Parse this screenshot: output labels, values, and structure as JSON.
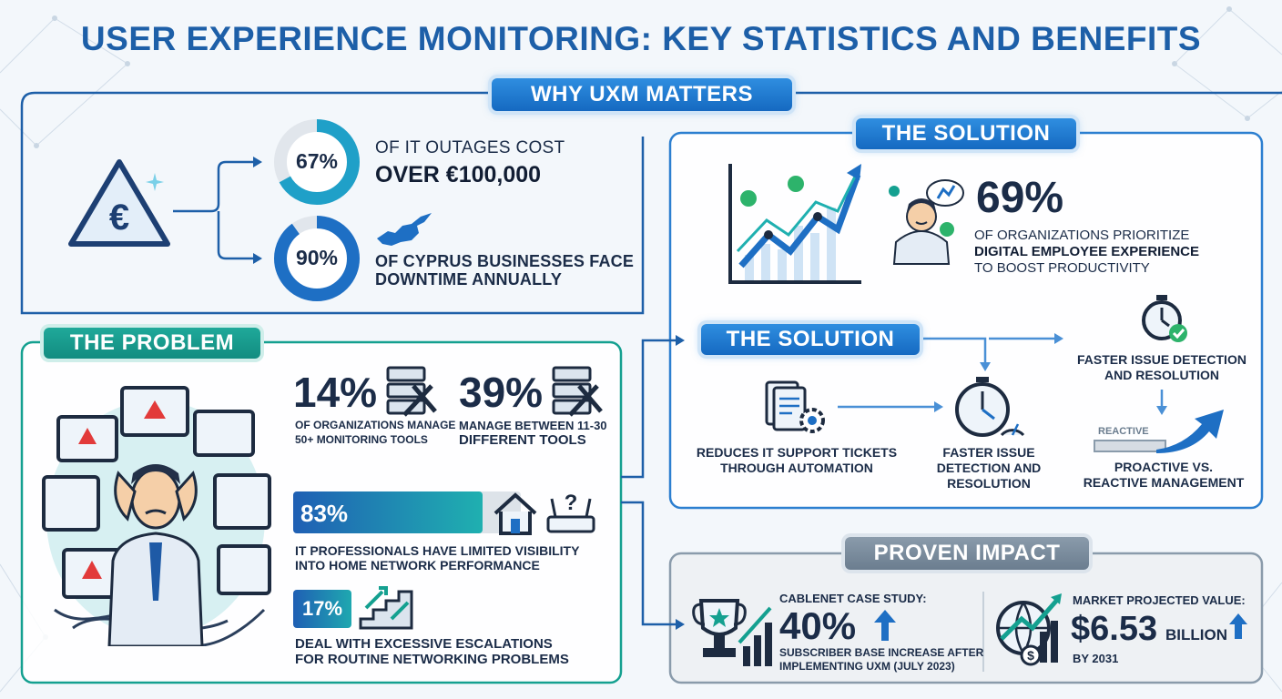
{
  "title": "USER EXPERIENCE MONITORING: KEY STATISTICS AND BENEFITS",
  "colors": {
    "accent": "#1d5fa8",
    "teal": "#14a090",
    "grey": "#7b8c9c",
    "navy": "#1b2c48"
  },
  "why": {
    "heading": "WHY UXM MATTERS",
    "icon": "euro-warning-icon",
    "stat1": {
      "value": "67%",
      "fill": 0.67,
      "line1": "OF IT OUTAGES COST",
      "line2": "OVER €100,000"
    },
    "stat2": {
      "value": "90%",
      "fill": 0.9,
      "line1": "OF CYPRUS BUSINESSES FACE",
      "line2": "DOWNTIME ANNUALLY",
      "icon": "cyprus-map-icon"
    }
  },
  "problem": {
    "heading": "THE PROBLEM",
    "illustration": "stressed-it-worker-icon",
    "s1": {
      "value": "14%",
      "line1": "OF ORGANIZATIONS MANAGE",
      "line2": "50+ MONITORING TOOLS",
      "icon": "server-tools-icon"
    },
    "s2": {
      "value": "39%",
      "line1": "MANAGE BETWEEN 11-30",
      "line2": "DIFFERENT TOOLS",
      "icon": "server-tools-icon"
    },
    "s3": {
      "value": "83%",
      "fill": 0.83,
      "line1": "IT PROFESSIONALS HAVE LIMITED VISIBILITY",
      "line2": "INTO HOME NETWORK PERFORMANCE",
      "icon1": "home-icon",
      "icon2": "router-question-icon"
    },
    "s4": {
      "value": "17%",
      "line1": "DEAL WITH EXCESSIVE ESCALATIONS",
      "line2": "FOR ROUTINE NETWORKING PROBLEMS",
      "icon": "stairs-escalation-icon"
    }
  },
  "solution": {
    "heading": "THE SOLUTION",
    "heading2": "THE SOLUTION",
    "chart_icon": "growth-chart-icon",
    "dex": {
      "value": "69%",
      "line1": "OF ORGANIZATIONS PRIORITIZE",
      "line2": "DIGITAL EMPLOYEE EXPERIENCE",
      "line3": "TO BOOST PRODUCTIVITY",
      "icon": "happy-employee-icon"
    },
    "item1": {
      "line1": "REDUCES IT SUPPORT TICKETS",
      "line2": "THROUGH AUTOMATION",
      "icon": "document-gear-icon"
    },
    "item2": {
      "line1": "FASTER ISSUE",
      "line2": "DETECTION AND",
      "line3": "RESOLUTION",
      "icon": "stopwatch-gauge-icon"
    },
    "item3": {
      "line1": "FASTER ISSUE DETECTION",
      "line2": "AND RESOLUTION",
      "icon": "stopwatch-check-icon"
    },
    "item4": {
      "line1": "PROACTIVE VS.",
      "line2": "REACTIVE MANAGEMENT",
      "badge": "REACTIVE",
      "icon": "proactive-arrow-icon"
    }
  },
  "impact": {
    "heading": "PROVEN IMPACT",
    "case": {
      "label": "CABLENET CASE STUDY:",
      "value": "40%",
      "line1": "SUBSCRIBER BASE INCREASE AFTER",
      "line2": "IMPLEMENTING UXM (JULY 2023)",
      "icon": "trophy-chart-icon"
    },
    "market": {
      "label": "MARKET PROJECTED VALUE:",
      "value": "$6.53",
      "unit": "BILLION",
      "year": "BY 2031",
      "icon": "globe-dollar-icon"
    }
  }
}
